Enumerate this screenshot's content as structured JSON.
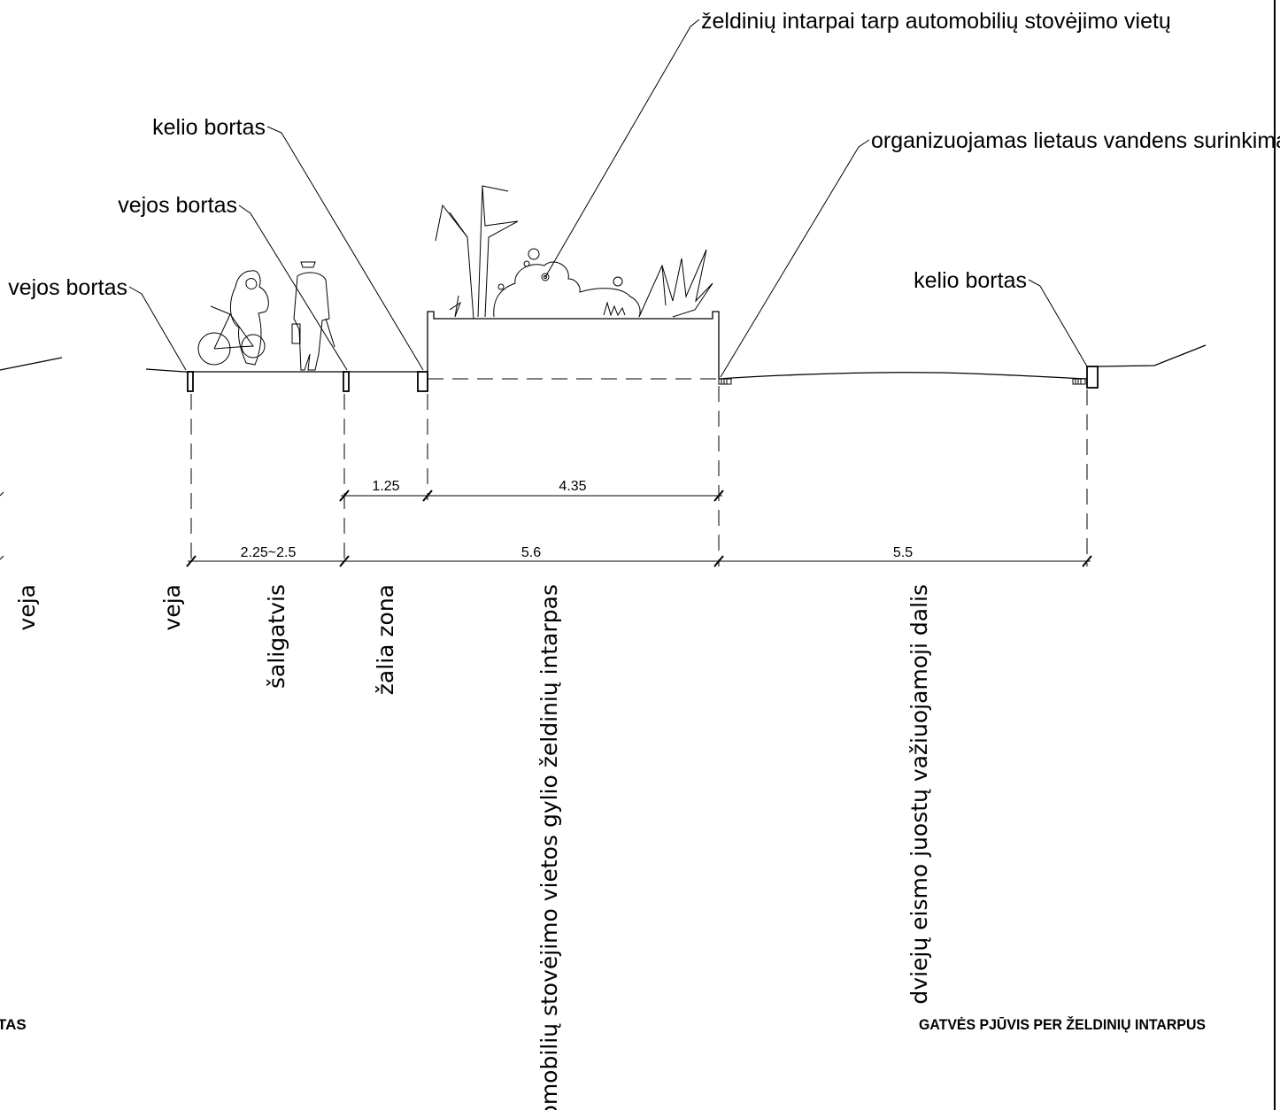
{
  "callouts": {
    "greenery_inserts": "želdinių intarpai tarp automobilių stovėjimo vietų",
    "road_curb_left": "kelio bortas",
    "rainwater": "organizuojamas lietaus vandens surinkimas",
    "lawn_curb_mid": "vejos bortas",
    "lawn_curb_left": "vejos bortas",
    "road_curb_right": "kelio bortas"
  },
  "dimensions": {
    "green_zone": "1.25",
    "parking_insert": "4.35",
    "sidewalk": "2.25~2.5",
    "green_plus_parking": "5.6",
    "carriageway": "5.5"
  },
  "zones": {
    "lawn_far_left": "veja",
    "lawn": "veja",
    "sidewalk": "šaligatvis",
    "green_zone": "žalia zona",
    "parking": "automobilių stovėjimo vietos gylio želdinių intarpas",
    "carriageway": "dviejų eismo juostų važiuojamoji dalis"
  },
  "titles": {
    "left_cropped": "TAS",
    "right": "GATVĖS PJŪVIS PER ŽELDINIŲ INTARPUS"
  },
  "colors": {
    "ink": "#000000",
    "background": "#ffffff"
  }
}
